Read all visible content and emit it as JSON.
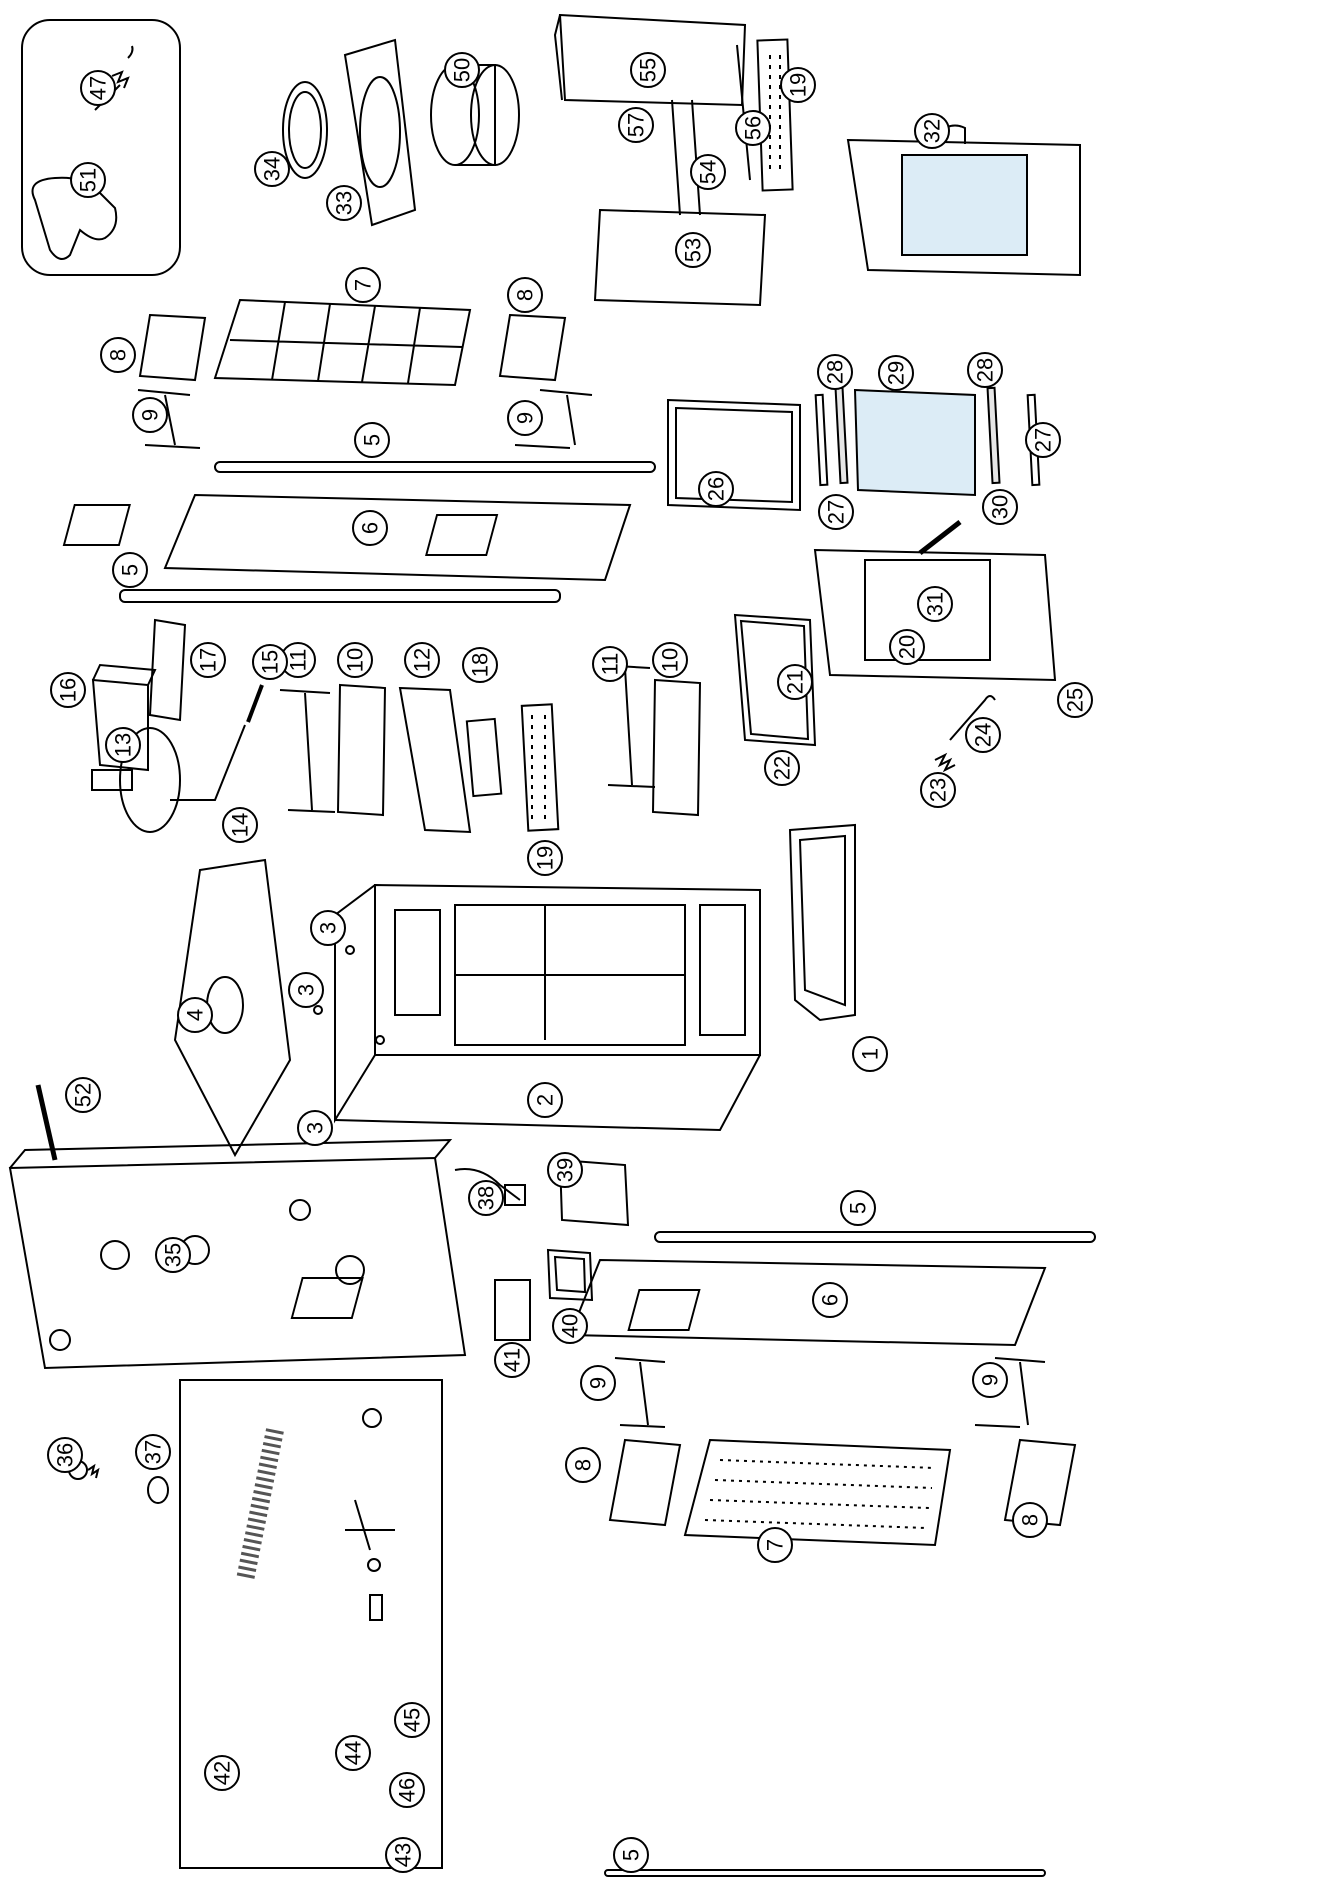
{
  "diagram": {
    "parts": [
      {
        "id": "p1",
        "label": "1",
        "component": "door-frame"
      },
      {
        "id": "p2",
        "label": "2",
        "component": "stove-body"
      },
      {
        "id": "p3a",
        "label": "3",
        "component": "screw"
      },
      {
        "id": "p3b",
        "label": "3",
        "component": "screw"
      },
      {
        "id": "p3c",
        "label": "3",
        "component": "screw"
      },
      {
        "id": "p4",
        "label": "4",
        "component": "top-plate"
      },
      {
        "id": "p5a",
        "label": "5",
        "component": "rail"
      },
      {
        "id": "p5b",
        "label": "5",
        "component": "rail"
      },
      {
        "id": "p5c",
        "label": "5",
        "component": "rail"
      },
      {
        "id": "p5d",
        "label": "5",
        "component": "rail"
      },
      {
        "id": "p6a",
        "label": "6",
        "component": "panel"
      },
      {
        "id": "p6b",
        "label": "6",
        "component": "panel"
      },
      {
        "id": "p7a",
        "label": "7",
        "component": "grate"
      },
      {
        "id": "p7b",
        "label": "7",
        "component": "grate"
      },
      {
        "id": "p8a",
        "label": "8",
        "component": "tray"
      },
      {
        "id": "p8b",
        "label": "8",
        "component": "tray"
      },
      {
        "id": "p8c",
        "label": "8",
        "component": "tray"
      },
      {
        "id": "p8d",
        "label": "8",
        "component": "tray"
      },
      {
        "id": "p9a",
        "label": "9",
        "component": "bracket"
      },
      {
        "id": "p9b",
        "label": "9",
        "component": "bracket"
      },
      {
        "id": "p9c",
        "label": "9",
        "component": "bracket"
      },
      {
        "id": "p9d",
        "label": "9",
        "component": "bracket"
      },
      {
        "id": "p10a",
        "label": "10",
        "component": "tray"
      },
      {
        "id": "p10b",
        "label": "10",
        "component": "tray"
      },
      {
        "id": "p11a",
        "label": "11",
        "component": "bracket"
      },
      {
        "id": "p11b",
        "label": "11",
        "component": "bracket"
      },
      {
        "id": "p12",
        "label": "12",
        "component": "plate"
      },
      {
        "id": "p13",
        "label": "13",
        "component": "damper"
      },
      {
        "id": "p14",
        "label": "14",
        "component": "lever"
      },
      {
        "id": "p15",
        "label": "15",
        "component": "handle"
      },
      {
        "id": "p16",
        "label": "16",
        "component": "box"
      },
      {
        "id": "p17",
        "label": "17",
        "component": "plate"
      },
      {
        "id": "p18",
        "label": "18",
        "component": "bar"
      },
      {
        "id": "p19a",
        "label": "19",
        "component": "burner-bar"
      },
      {
        "id": "p19b",
        "label": "19",
        "component": "burner-bar"
      },
      {
        "id": "p20",
        "label": "20",
        "component": "door"
      },
      {
        "id": "p21",
        "label": "21",
        "component": "pin"
      },
      {
        "id": "p22",
        "label": "22",
        "component": "gasket"
      },
      {
        "id": "p23",
        "label": "23",
        "component": "spring"
      },
      {
        "id": "p24",
        "label": "24",
        "component": "hook"
      },
      {
        "id": "p25",
        "label": "25",
        "component": "pin"
      },
      {
        "id": "p26",
        "label": "26",
        "component": "gasket"
      },
      {
        "id": "p27a",
        "label": "27",
        "component": "strip"
      },
      {
        "id": "p27b",
        "label": "27",
        "component": "strip"
      },
      {
        "id": "p28a",
        "label": "28",
        "component": "strip"
      },
      {
        "id": "p28b",
        "label": "28",
        "component": "strip"
      },
      {
        "id": "p29",
        "label": "29",
        "component": "glass"
      },
      {
        "id": "p30",
        "label": "30",
        "component": "handle"
      },
      {
        "id": "p31",
        "label": "31",
        "component": "latch"
      },
      {
        "id": "p32",
        "label": "32",
        "component": "door-assembly"
      },
      {
        "id": "p33",
        "label": "33",
        "component": "flue-plate"
      },
      {
        "id": "p34",
        "label": "34",
        "component": "disc"
      },
      {
        "id": "p35",
        "label": "35",
        "component": "back-panel"
      },
      {
        "id": "p36",
        "label": "36",
        "component": "screw"
      },
      {
        "id": "p37",
        "label": "37",
        "component": "ring"
      },
      {
        "id": "p38",
        "label": "38",
        "component": "sensor"
      },
      {
        "id": "p39",
        "label": "39",
        "component": "plate"
      },
      {
        "id": "p40",
        "label": "40",
        "component": "gasket"
      },
      {
        "id": "p41",
        "label": "41",
        "component": "block"
      },
      {
        "id": "p42",
        "label": "42",
        "component": "coil"
      },
      {
        "id": "p43",
        "label": "43",
        "component": "fitting"
      },
      {
        "id": "p44",
        "label": "44",
        "component": "valve"
      },
      {
        "id": "p45",
        "label": "45",
        "component": "nut"
      },
      {
        "id": "p46",
        "label": "46",
        "component": "nut"
      },
      {
        "id": "p47",
        "label": "47",
        "component": "spring"
      },
      {
        "id": "p50",
        "label": "50",
        "component": "collar"
      },
      {
        "id": "p51",
        "label": "51",
        "component": "glove"
      },
      {
        "id": "p52",
        "label": "52",
        "component": "handle"
      },
      {
        "id": "p53",
        "label": "53",
        "component": "baffle"
      },
      {
        "id": "p54",
        "label": "54",
        "component": "support"
      },
      {
        "id": "p55",
        "label": "55",
        "component": "baffle"
      },
      {
        "id": "p56",
        "label": "56",
        "component": "rod"
      },
      {
        "id": "p57",
        "label": "57",
        "component": "pin"
      }
    ]
  }
}
